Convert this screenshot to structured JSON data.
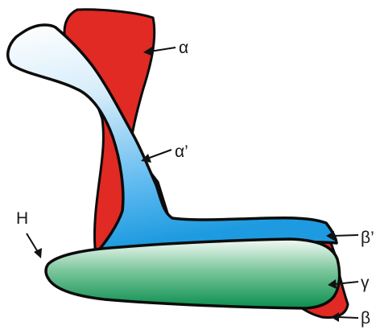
{
  "labels": {
    "alpha": "α",
    "alpha_prime": "α’",
    "beta_prime": "β’",
    "gamma": "γ",
    "beta": "β",
    "h": "H"
  },
  "colors": {
    "alpha_domain": "#e02a23",
    "alpha_prime_light": "#ffffff",
    "alpha_prime_dark": "#1e9be0",
    "gamma_light": "#f4faf6",
    "gamma_dark": "#0a8f4f",
    "outline": "#0c0c0c"
  }
}
